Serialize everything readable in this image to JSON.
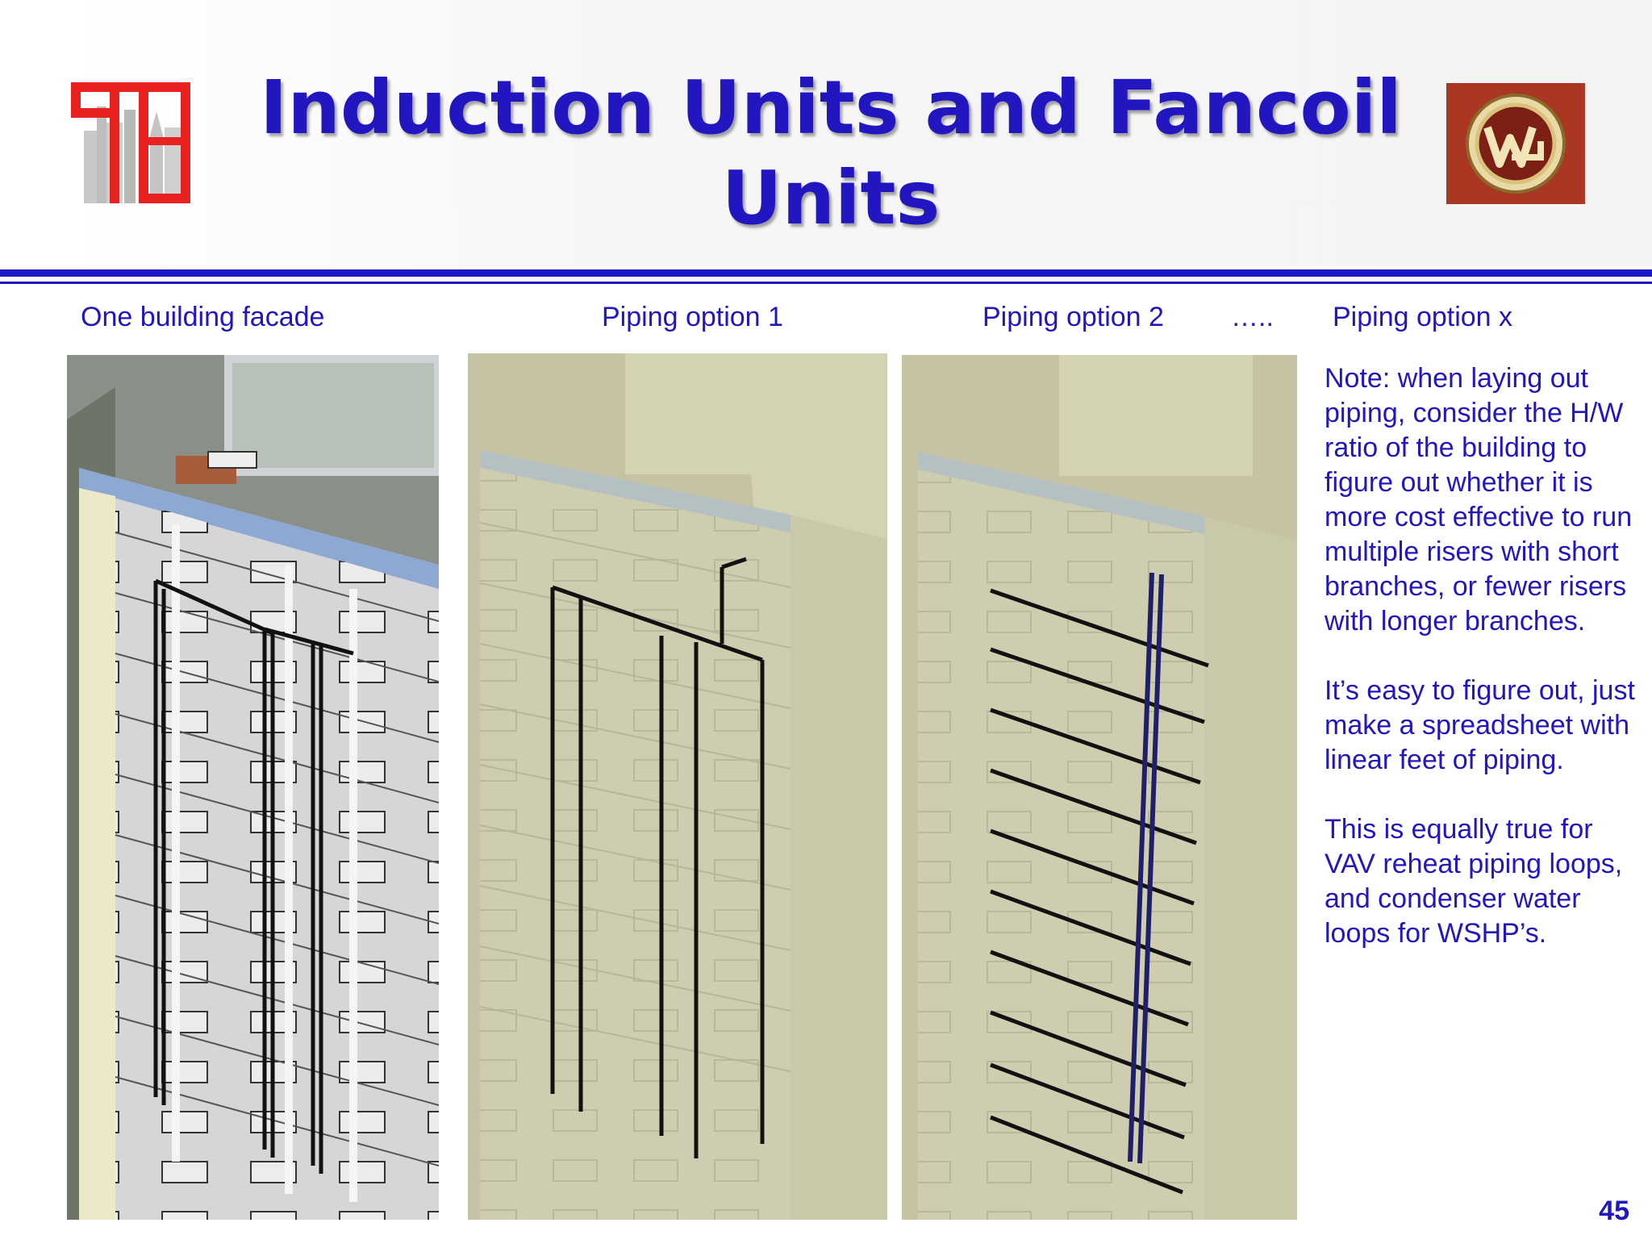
{
  "title": "Induction Units and Fancoil Units",
  "captions": {
    "facade": "One building facade",
    "option1": "Piping option 1",
    "option2": "Piping option 2",
    "ellipsis": "…..",
    "optionx": "Piping option x"
  },
  "notes": {
    "p1": "Note: when laying out piping, consider the H/W ratio of the building to figure out whether it is more cost effective to run multiple risers with short branches, or fewer risers with longer branches.",
    "p2": "It’s easy to figure out, just make a spreadsheet with linear feet of piping.",
    "p3": "This is equally true for VAV reheat piping loops, and condenser water loops for WSHP’s."
  },
  "page_number": "45",
  "colors": {
    "text_blue": "#2116bf",
    "rule_blue": "#1d18c2",
    "logo_red": "#e8231f",
    "badge_red": "#a93724"
  },
  "icons": {
    "left_logo": "building-frame-logo",
    "right_logo": "gold-medallion-logo"
  }
}
